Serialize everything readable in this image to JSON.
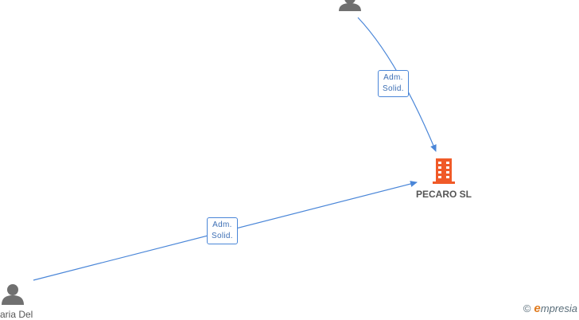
{
  "company": {
    "name": "PECARO SL",
    "color": "#f05a28"
  },
  "persons": [
    {
      "name": ""
    },
    {
      "name": "aria Del"
    }
  ],
  "edges": [
    {
      "from": "person-top",
      "to": "company",
      "label_line1": "Adm.",
      "label_line2": "Solid."
    },
    {
      "from": "person-bottom-left",
      "to": "company",
      "label_line1": "Adm.",
      "label_line2": "Solid."
    }
  ],
  "colors": {
    "edge": "#4a86d8",
    "person_icon": "#707070",
    "label_text": "#3d6fb5"
  },
  "watermark": {
    "copyright_symbol": "©",
    "brand_first": "e",
    "brand_rest": "mpresia"
  }
}
